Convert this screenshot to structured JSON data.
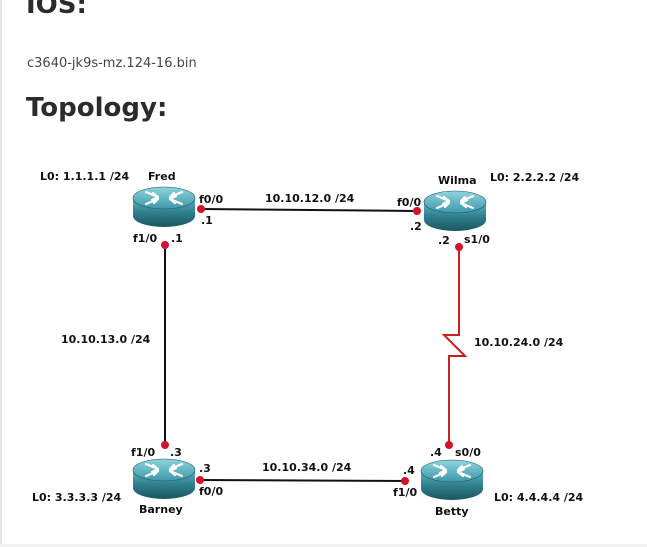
{
  "sections": {
    "ios_heading": "IOS:",
    "ios_image": "c3640-jk9s-mz.124-16.bin",
    "topology_heading": "Topology:"
  },
  "routers": {
    "fred": {
      "name": "Fred",
      "loopback": "L0: 1.1.1.1 /24"
    },
    "wilma": {
      "name": "Wilma",
      "loopback": "L0: 2.2.2.2 /24"
    },
    "barney": {
      "name": "Barney",
      "loopback": "L0: 3.3.3.3 /24"
    },
    "betty": {
      "name": "Betty",
      "loopback": "L0: 4.4.4.4 /24"
    }
  },
  "links": {
    "fred_wilma": {
      "network": "10.10.12.0 /24",
      "fred_if": "f0/0",
      "fred_host": ".1",
      "wilma_if": "f0/0",
      "wilma_host": ".2"
    },
    "fred_barney": {
      "network": "10.10.13.0 /24",
      "fred_if": "f1/0",
      "fred_host": ".1",
      "barney_if": "f1/0",
      "barney_host": ".3"
    },
    "wilma_betty": {
      "network": "10.10.24.0 /24",
      "wilma_if": "s1/0",
      "wilma_host": ".2",
      "betty_if": "s0/0",
      "betty_host": ".4"
    },
    "barney_betty": {
      "network": "10.10.34.0 /24",
      "barney_if": "f0/0",
      "barney_host": ".3",
      "betty_if": "f1/0",
      "betty_host": ".4"
    }
  },
  "colors": {
    "ethernet_link": "#111111",
    "serial_link": "#cc1f1f",
    "endpoint": "#d4102a",
    "router_body": "#2f7f8e"
  }
}
